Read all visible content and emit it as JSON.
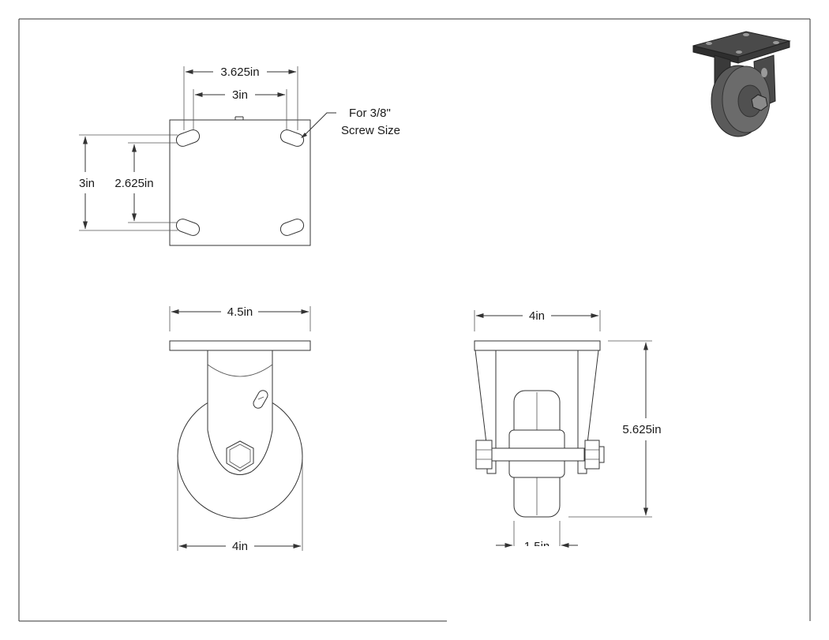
{
  "top_view": {
    "dim_plate_width": "3.625in",
    "dim_hole_spacing_x": "3in",
    "dim_plate_height": "3in",
    "dim_hole_spacing_y": "2.625in",
    "screw_note_line1": "For 3/8\"",
    "screw_note_line2": "Screw Size"
  },
  "front_view": {
    "dim_plate_width": "4.5in",
    "dim_wheel_diameter": "4in"
  },
  "side_view": {
    "dim_plate_width": "4in",
    "dim_overall_height": "5.625in",
    "dim_wheel_width": "1.5in"
  },
  "colors": {
    "line": "#333333",
    "iso_dark": "#3a3a3a",
    "iso_mid": "#6b6b6b",
    "iso_light": "#9a9a9a"
  }
}
